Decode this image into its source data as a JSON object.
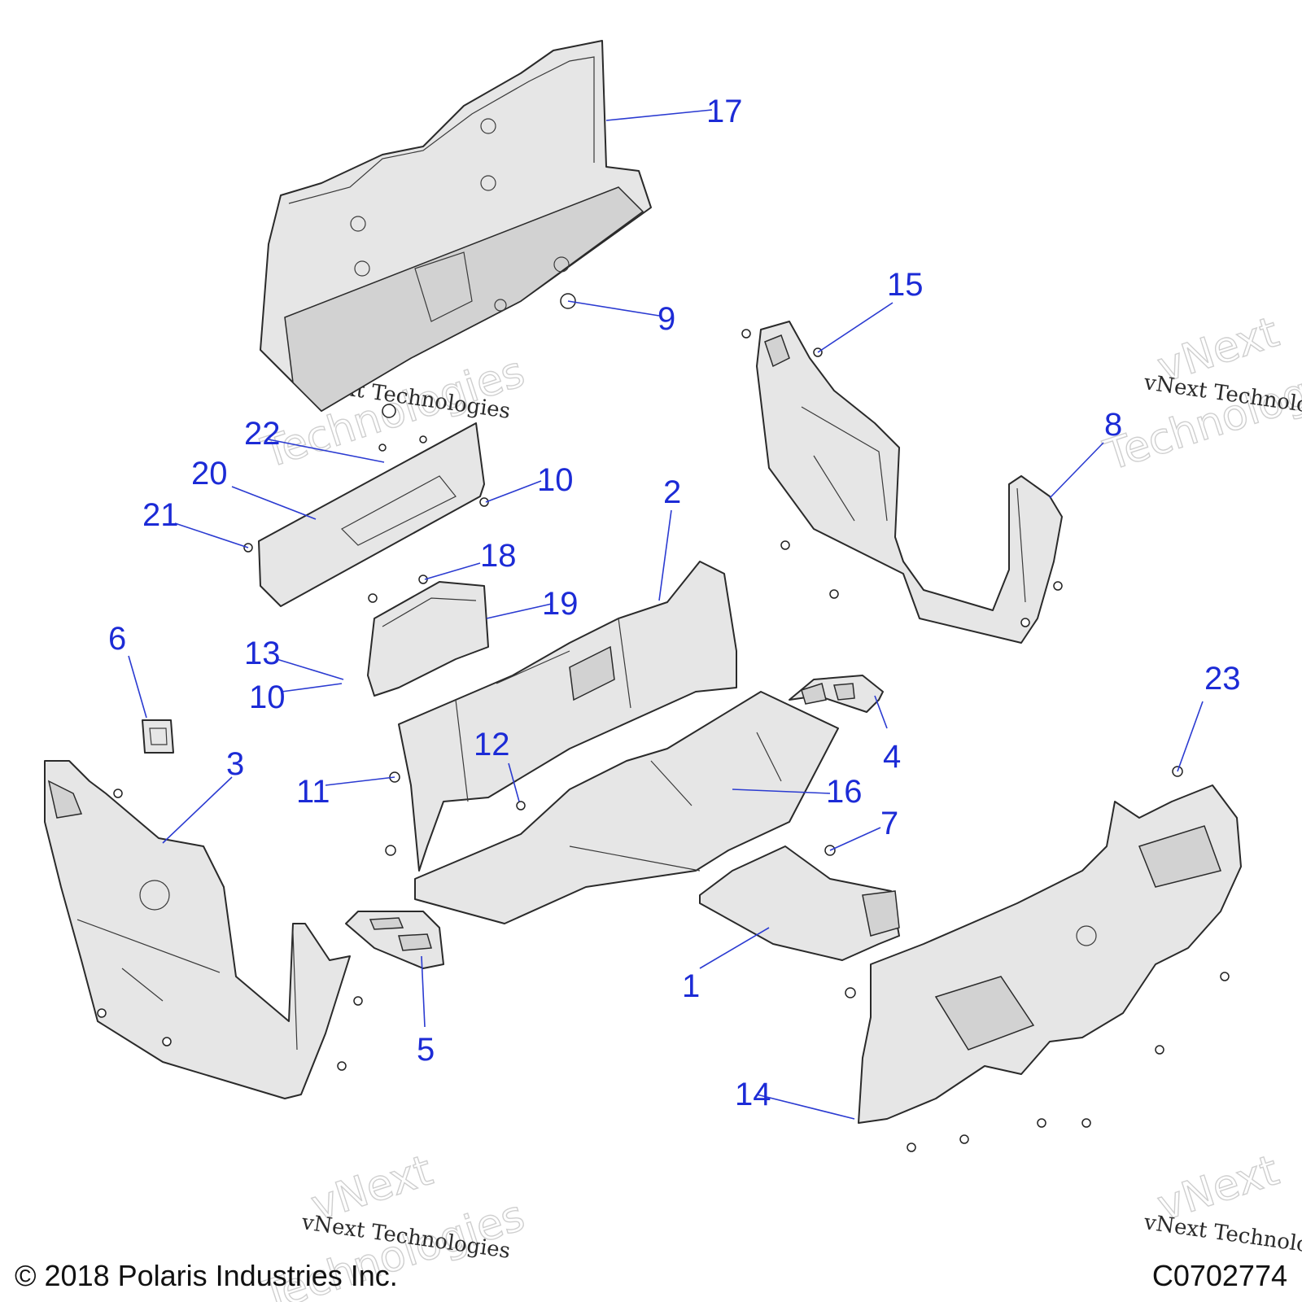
{
  "callouts": [
    "1",
    "2",
    "3",
    "4",
    "5",
    "6",
    "7",
    "8",
    "9",
    "10",
    "10",
    "11",
    "12",
    "13",
    "14",
    "15",
    "16",
    "17",
    "18",
    "19",
    "20",
    "21",
    "22",
    "23"
  ],
  "watermark": {
    "big_line1": "vNext",
    "big_line2": "Technologies",
    "small_line": "vNext Technologies",
    "small_line_cropped": "vNext Technolo"
  },
  "footer": {
    "copyright": "© 2018 Polaris Industries Inc.",
    "figure_id": "C0702774"
  },
  "colors": {
    "callout": "#1c2bd6",
    "part_fill": "#e6e6e6",
    "outline": "#2a2a2a"
  }
}
